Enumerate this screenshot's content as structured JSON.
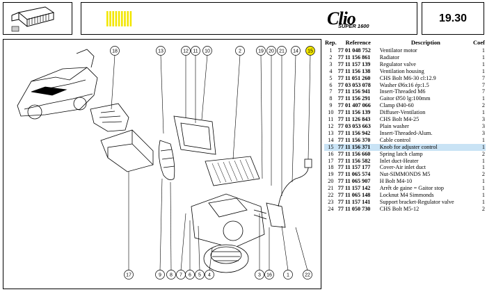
{
  "header": {
    "model_name": "Clio",
    "model_variant": "SUPER 1600",
    "page_number": "19.30"
  },
  "diagram": {
    "callouts": [
      "18",
      "13",
      "12",
      "11",
      "10",
      "2",
      "19",
      "20",
      "21",
      "14",
      "15",
      "17",
      "9",
      "8",
      "7",
      "6",
      "5",
      "4",
      "3",
      "16",
      "1",
      "22"
    ],
    "highlight_color": "#f2e600"
  },
  "table": {
    "headers": {
      "rep": "Rep.",
      "reference": "Reference",
      "description": "Description",
      "coef": "Coef"
    },
    "rows": [
      {
        "rep": "1",
        "ref": "77 01 048 752",
        "desc": "Ventilator motor",
        "coef": "1"
      },
      {
        "rep": "2",
        "ref": "77 11 156 861",
        "desc": "Radiator",
        "coef": "1"
      },
      {
        "rep": "3",
        "ref": "77 11 157 139",
        "desc": "Regulator valve",
        "coef": "1"
      },
      {
        "rep": "4",
        "ref": "77 11 156 138",
        "desc": "Ventilation housing",
        "coef": "1"
      },
      {
        "rep": "5",
        "ref": "77 11 051 260",
        "desc": "CHS Bolt M6-30 cl:12.9",
        "coef": "7"
      },
      {
        "rep": "6",
        "ref": "77 03 053 078",
        "desc": "Washer Ø6x16 ép:1.5",
        "coef": "7"
      },
      {
        "rep": "7",
        "ref": "77 11 156 941",
        "desc": "Insert-Threaded M6",
        "coef": "7"
      },
      {
        "rep": "8",
        "ref": "77 11 156 291",
        "desc": "Gaitor Ø50 lg:100mm",
        "coef": "1"
      },
      {
        "rep": "9",
        "ref": "77 01 407 066",
        "desc": "Clamp Ø40-60",
        "coef": "2"
      },
      {
        "rep": "10",
        "ref": "77 11 156 139",
        "desc": "Diffuser-Ventilation",
        "coef": "1"
      },
      {
        "rep": "11",
        "ref": "77 11 126 843",
        "desc": "CHS Bolt M4-25",
        "coef": "3"
      },
      {
        "rep": "12",
        "ref": "77 03 053 663",
        "desc": "Plain washer",
        "coef": "3"
      },
      {
        "rep": "13",
        "ref": "77 11 156 942",
        "desc": "Insert-Threaded-Alum.",
        "coef": "3"
      },
      {
        "rep": "14",
        "ref": "77 11 156 370",
        "desc": "Cable control",
        "coef": "1"
      },
      {
        "rep": "15",
        "ref": "77 11 156 371",
        "desc": "Knob for adjuster control",
        "coef": "1",
        "highlight": true
      },
      {
        "rep": "16",
        "ref": "77 11 156 660",
        "desc": "Spring latch clamp",
        "coef": "2"
      },
      {
        "rep": "17",
        "ref": "77 11 156 582",
        "desc": "Inlet duct-Heater",
        "coef": "1"
      },
      {
        "rep": "18",
        "ref": "77 11 157 177",
        "desc": "Cover-Air inlet duct",
        "coef": "1"
      },
      {
        "rep": "19",
        "ref": "77 11 065 574",
        "desc": "Nut-SIMMONDS M5",
        "coef": "2"
      },
      {
        "rep": "20",
        "ref": "77 11 065 907",
        "desc": "H Bolt M4-10",
        "coef": "1"
      },
      {
        "rep": "21",
        "ref": "77 11 157 142",
        "desc": "Arrêt de gaine = Gaitor stop",
        "coef": "1"
      },
      {
        "rep": "22",
        "ref": "77 11 065 148",
        "desc": "Locknut M4 Simmonds",
        "coef": "1"
      },
      {
        "rep": "23",
        "ref": "77 11 157 141",
        "desc": "Support bracket-Regulator valve",
        "coef": "1"
      },
      {
        "rep": "24",
        "ref": "77 11 050 730",
        "desc": "CHS Bolt M5-12",
        "coef": "2"
      }
    ]
  }
}
